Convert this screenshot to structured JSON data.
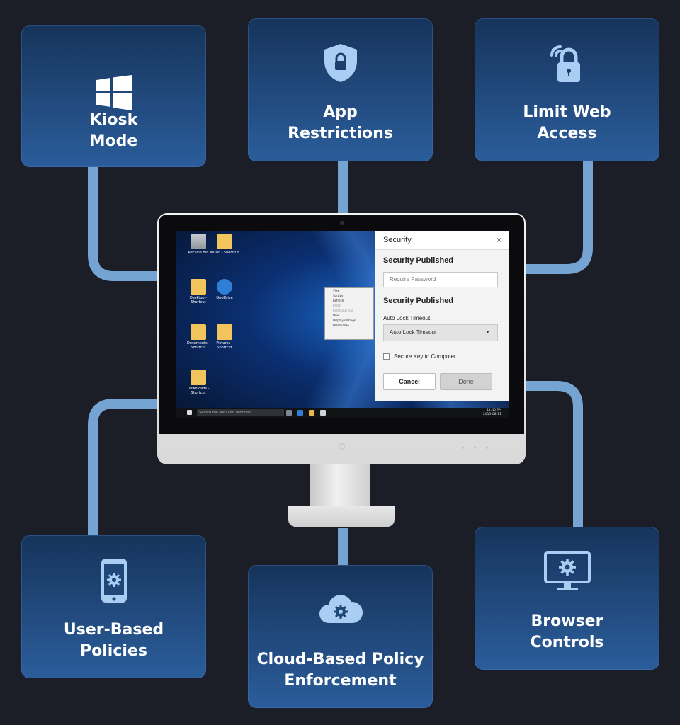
{
  "features": {
    "kiosk": {
      "line1": "Kiosk",
      "line2": "Mode",
      "icon": "windows-logo-icon"
    },
    "app": {
      "line1": "App",
      "line2": "Restrictions",
      "icon": "shield-lock-icon"
    },
    "web": {
      "line1": "Limit Web",
      "line2": "Access",
      "icon": "wireless-lock-icon"
    },
    "user": {
      "line1": "User-Based",
      "line2": "Policies",
      "icon": "phone-gear-icon"
    },
    "cloud": {
      "line1": "Cloud-Based Policy",
      "line2": "Enforcement",
      "icon": "cloud-gear-icon"
    },
    "browser": {
      "line1": "Browser",
      "line2": "Controls",
      "icon": "monitor-gear-icon"
    }
  },
  "desktop": {
    "icons": [
      {
        "label": "Recycle Bin"
      },
      {
        "label": "Music - Shortcut"
      },
      {
        "label": "Desktop - Shortcut"
      },
      {
        "label": "OneDrive"
      },
      {
        "label": "Documents - Shortcut"
      },
      {
        "label": "Pictures - Shortcut"
      },
      {
        "label": "Downloads - Shortcut"
      }
    ],
    "context_menu": [
      "View",
      "Sort by",
      "Refresh",
      "Paste",
      "Paste shortcut",
      "New",
      "Display settings",
      "Personalize"
    ],
    "taskbar": {
      "search_placeholder": "Search the web and Windows",
      "time": "11:40 PM",
      "date": "2015-08-11"
    }
  },
  "security_panel": {
    "title": "Security",
    "close": "×",
    "heading1": "Security Published",
    "password_placeholder": "Require Password",
    "heading2": "Security Published",
    "timeout_label": "Auto Lock Timeout",
    "timeout_value": "Auto Lock Timeout",
    "checkbox_label": "Secure Key to Computer",
    "cancel": "Cancel",
    "done": "Done"
  },
  "colors": {
    "background": "#1b1e27",
    "card_top": "#16345b",
    "card_bottom": "#2b5d9b",
    "connector": "#7fb2e6"
  }
}
